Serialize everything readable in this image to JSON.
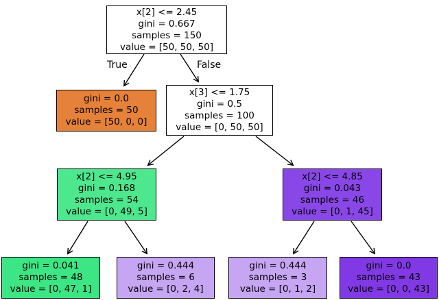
{
  "figure": {
    "type": "decision-tree",
    "background": "#ffffff",
    "border_color": "#000000",
    "arrow_color": "#000000"
  },
  "edge_labels": {
    "true_label": "True",
    "false_label": "False"
  },
  "nodes": {
    "root": {
      "fill": "#ffffff",
      "lines": [
        "x[2] <= 2.45",
        "gini = 0.667",
        "samples = 150",
        "value = [50, 50, 50]"
      ]
    },
    "leaf_orange": {
      "fill": "#e58139",
      "lines": [
        "gini = 0.0",
        "samples = 50",
        "value = [50, 0, 0]"
      ]
    },
    "split_x3": {
      "fill": "#ffffff",
      "lines": [
        "x[3] <= 1.75",
        "gini = 0.5",
        "samples = 100",
        "value = [0, 50, 50]"
      ]
    },
    "split_green": {
      "fill": "#4de88e",
      "lines": [
        "x[2] <= 4.95",
        "gini = 0.168",
        "samples = 54",
        "value = [0, 49, 5]"
      ]
    },
    "split_purple": {
      "fill": "#8a47e8",
      "lines": [
        "x[2] <= 4.85",
        "gini = 0.043",
        "samples = 46",
        "value = [0, 1, 45]"
      ]
    },
    "leaf_green": {
      "fill": "#3de684",
      "lines": [
        "gini = 0.041",
        "samples = 48",
        "value = [0, 47, 1]"
      ]
    },
    "leaf_lilac_1": {
      "fill": "#c6a5f2",
      "lines": [
        "gini = 0.444",
        "samples = 6",
        "value = [0, 2, 4]"
      ]
    },
    "leaf_lilac_2": {
      "fill": "#c6a5f2",
      "lines": [
        "gini = 0.444",
        "samples = 3",
        "value = [0, 1, 2]"
      ]
    },
    "leaf_purple": {
      "fill": "#8139e5",
      "lines": [
        "gini = 0.0",
        "samples = 43",
        "value = [0, 0, 43]"
      ]
    }
  }
}
